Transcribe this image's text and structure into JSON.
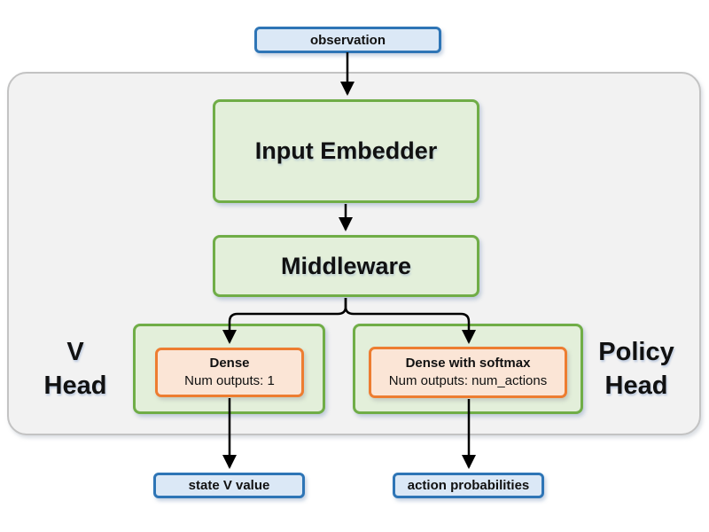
{
  "diagram": {
    "observation": "observation",
    "input_embedder": "Input Embedder",
    "middleware": "Middleware",
    "v_head": {
      "line1": "V",
      "line2": "Head"
    },
    "policy_head": {
      "line1": "Policy",
      "line2": "Head"
    },
    "v_dense": {
      "title": "Dense",
      "subtitle": "Num outputs: 1"
    },
    "policy_dense": {
      "title": "Dense with softmax",
      "subtitle": "Num outputs: num_actions"
    },
    "state_v_value": "state V value",
    "action_probabilities": "action probabilities"
  },
  "colors": {
    "io_fill": "#dbe8f6",
    "io_border": "#2e75b6",
    "block_fill": "#e3efda",
    "block_border": "#70ad47",
    "dense_fill": "#fbe5d6",
    "dense_border": "#ed7d31",
    "container_fill": "#f2f2f2",
    "container_border": "#c3c3c3",
    "arrow": "#000000"
  }
}
